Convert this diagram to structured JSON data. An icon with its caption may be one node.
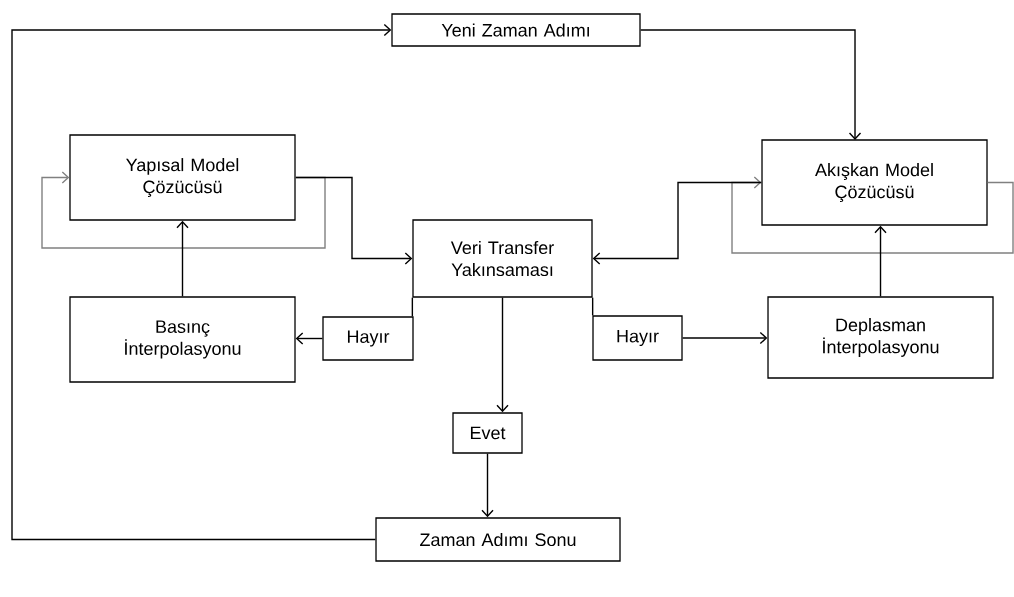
{
  "diagram": {
    "nodes": [
      {
        "text": [
          "Yeni Zaman Adımı"
        ]
      },
      {
        "text": [
          "Yapısal Model Çözücüsü"
        ]
      },
      {
        "text": [
          "Akışkan Model Çözücüsü"
        ]
      },
      {
        "text": [
          "Veri Transfer Yakınsaması"
        ]
      },
      {
        "text": [
          "Basınç İnterpolasyonu"
        ]
      },
      {
        "text": [
          "Hayır"
        ]
      },
      {
        "text": [
          "Hayır"
        ]
      },
      {
        "text": [
          "Deplasman İnterpolasyonu"
        ]
      },
      {
        "text": [
          "Evet"
        ]
      },
      {
        "text": [
          "Zaman Adımı Sonu"
        ]
      }
    ],
    "edges": [
      {
        "from": 1,
        "to": 1,
        "arrow": "to",
        "color": "#808080"
      },
      {
        "from": 2,
        "to": 2,
        "arrow": "to",
        "color": "#808080"
      },
      {
        "from": 0,
        "to": 2,
        "arrow": "to"
      },
      {
        "from": 9,
        "to": 0,
        "arrow": "to"
      },
      {
        "from": 1,
        "to": 3,
        "arrow": "to"
      },
      {
        "from": 2,
        "to": 3,
        "arrow": "to"
      },
      {
        "from": 4,
        "to": 1,
        "arrow": "to"
      },
      {
        "from": 7,
        "to": 2,
        "arrow": "to"
      },
      {
        "from": 3,
        "to": 5,
        "arrow": "none"
      },
      {
        "from": 5,
        "to": 4,
        "arrow": "to"
      },
      {
        "from": 3,
        "to": 6,
        "arrow": "none"
      },
      {
        "from": 6,
        "to": 7,
        "arrow": "to"
      },
      {
        "from": 3,
        "to": 8,
        "arrow": "to"
      },
      {
        "from": 8,
        "to": 9,
        "arrow": "to"
      }
    ]
  }
}
